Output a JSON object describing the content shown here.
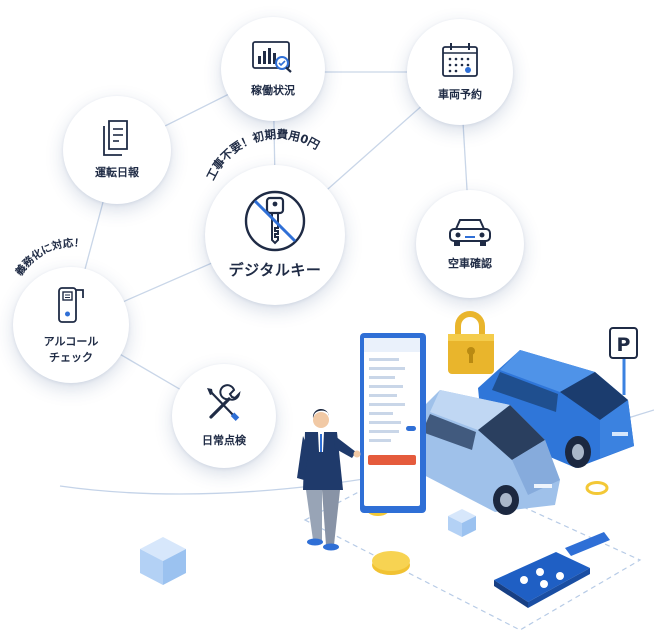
{
  "nodes": {
    "kadou": {
      "label": "稼働状況",
      "icon": "bar-chart-magnifier-icon"
    },
    "sharyo": {
      "label": "車両予約",
      "icon": "calendar-icon"
    },
    "unten": {
      "label": "運転日報",
      "icon": "document-icon"
    },
    "digital_key": {
      "label": "デジタルキー",
      "icon": "no-key-icon"
    },
    "kusha": {
      "label": "空車確認",
      "icon": "car-icon"
    },
    "alcohol": {
      "label": "アルコール\nチェック",
      "icon": "breathalyzer-icon"
    },
    "nichijo": {
      "label": "日常点検",
      "icon": "tools-icon"
    }
  },
  "callouts": {
    "digital_key": "工事不要！初期費用0円",
    "alcohol": "義務化に対応！"
  },
  "colors": {
    "text": "#1f2b45",
    "accent_blue": "#2f6fd6",
    "car_blue": "#3b82e0",
    "car_light": "#9fc1ea",
    "lock_gold": "#e9b52c",
    "line": "#c9d6e8"
  }
}
